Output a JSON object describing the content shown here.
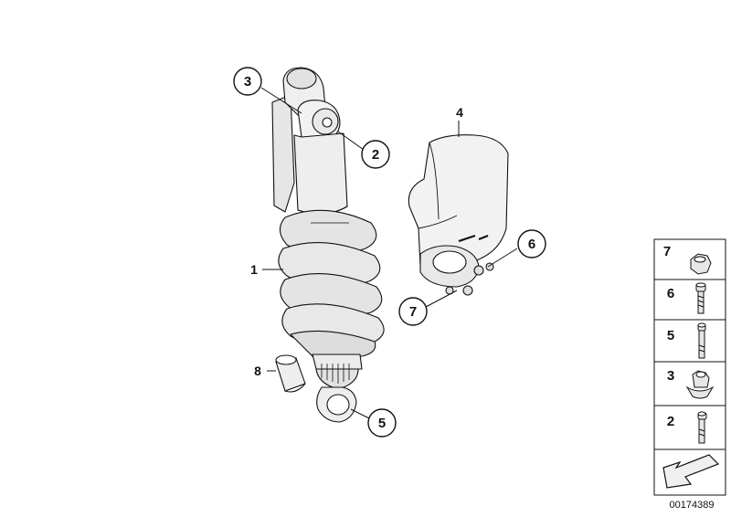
{
  "callouts": [
    {
      "id": "callout-3",
      "label": "3"
    },
    {
      "id": "callout-2",
      "label": "2"
    },
    {
      "id": "callout-4",
      "label": "4"
    },
    {
      "id": "callout-6",
      "label": "6"
    },
    {
      "id": "callout-7",
      "label": "7"
    },
    {
      "id": "callout-1",
      "label": "1"
    },
    {
      "id": "callout-8",
      "label": "8"
    },
    {
      "id": "callout-5",
      "label": "5"
    }
  ],
  "legend": [
    {
      "num": "7",
      "icon": "hex-nut-icon"
    },
    {
      "num": "6",
      "icon": "socket-screw-icon"
    },
    {
      "num": "5",
      "icon": "long-bolt-icon"
    },
    {
      "num": "3",
      "icon": "collar-nut-icon"
    },
    {
      "num": "2",
      "icon": "short-bolt-icon"
    }
  ],
  "diagram_id": "00174389",
  "colors": {
    "line": "#111111",
    "shade": "#dcdcdc",
    "fill": "#f2f2f2"
  }
}
